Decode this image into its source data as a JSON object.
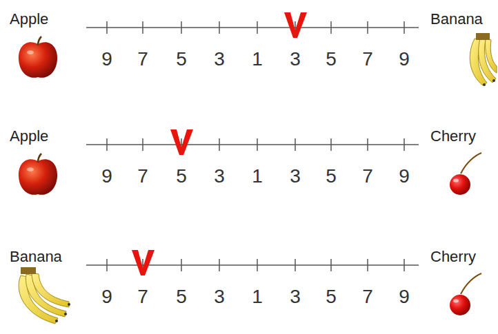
{
  "diagram": {
    "labels": [
      "Apple",
      "9",
      "7",
      "5",
      "3",
      "1",
      "3",
      "5",
      "7",
      "9",
      "Banana",
      "Apple",
      "9",
      "7",
      "5",
      "3",
      "1",
      "3",
      "5",
      "7",
      "9",
      "Cherry",
      "Banana",
      "9",
      "7",
      "5",
      "3",
      "1",
      "3",
      "5",
      "7",
      "9",
      "Cherry"
    ]
  }
}
